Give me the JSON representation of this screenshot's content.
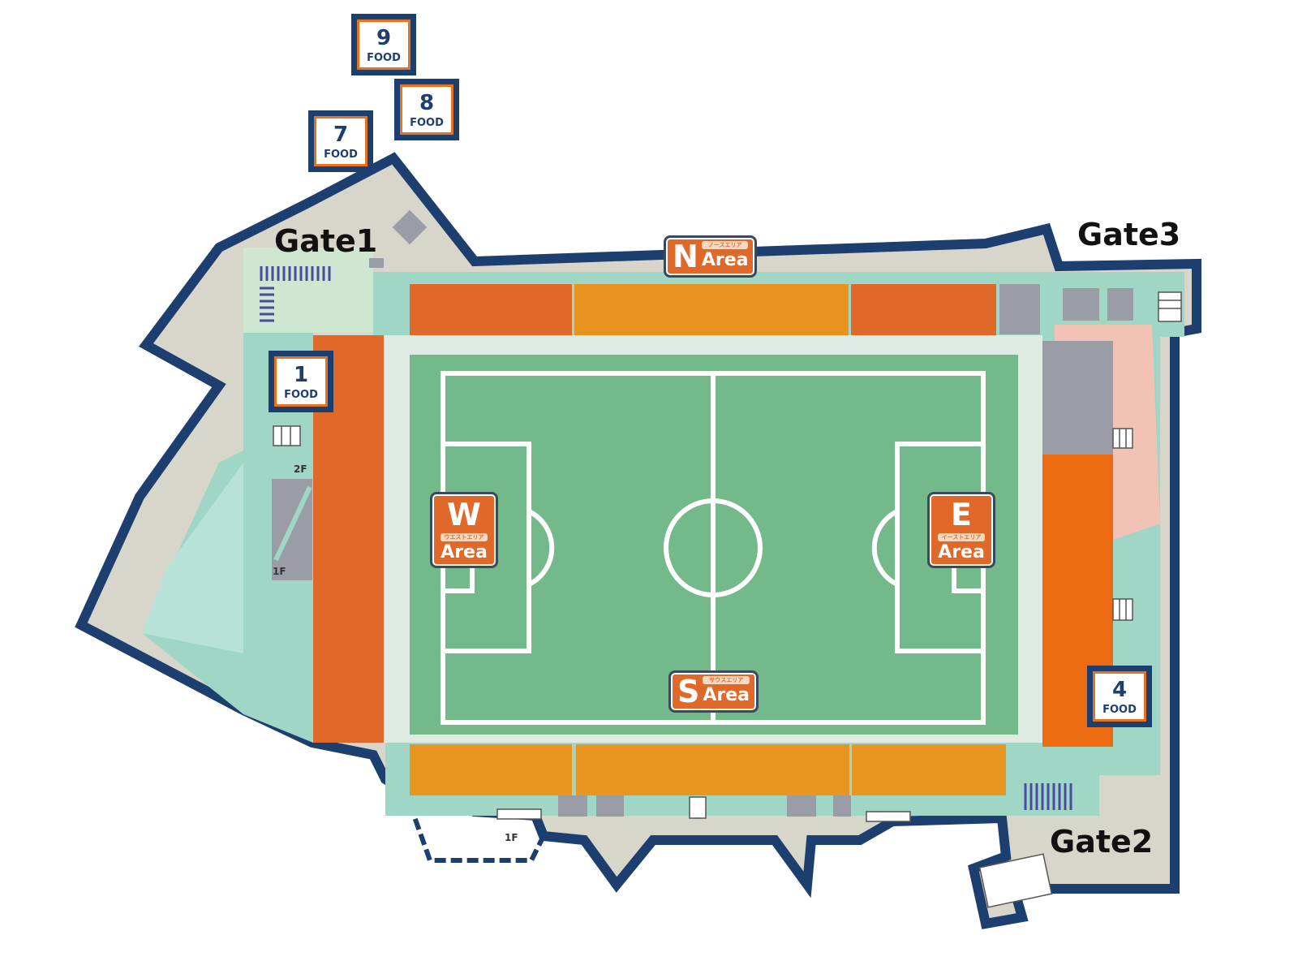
{
  "gates": {
    "gate1": "Gate1",
    "gate2": "Gate2",
    "gate3": "Gate3"
  },
  "areas": {
    "north": {
      "letter": "N",
      "word": "Area",
      "subtitle": "ノースエリア"
    },
    "south": {
      "letter": "S",
      "word": "Area",
      "subtitle": "サウスエリア"
    },
    "west": {
      "letter": "W",
      "word": "Area",
      "subtitle": "ウエストエリア"
    },
    "east": {
      "letter": "E",
      "word": "Area",
      "subtitle": "イーストエリア"
    }
  },
  "food_stalls": [
    {
      "number": "9",
      "label": "FOOD"
    },
    {
      "number": "8",
      "label": "FOOD"
    },
    {
      "number": "7",
      "label": "FOOD"
    },
    {
      "number": "1",
      "label": "FOOD"
    },
    {
      "number": "4",
      "label": "FOOD"
    }
  ],
  "floors": {
    "west_2f": "2F",
    "west_1f": "1F",
    "south_1f": "1F"
  },
  "colors": {
    "outline": "#1d3f70",
    "stand_dark": "#e0692a",
    "stand_light": "#e8931f",
    "pitch": "#74b98a",
    "concourse": "#d6d3c8",
    "teal": "#9fd6c6"
  }
}
